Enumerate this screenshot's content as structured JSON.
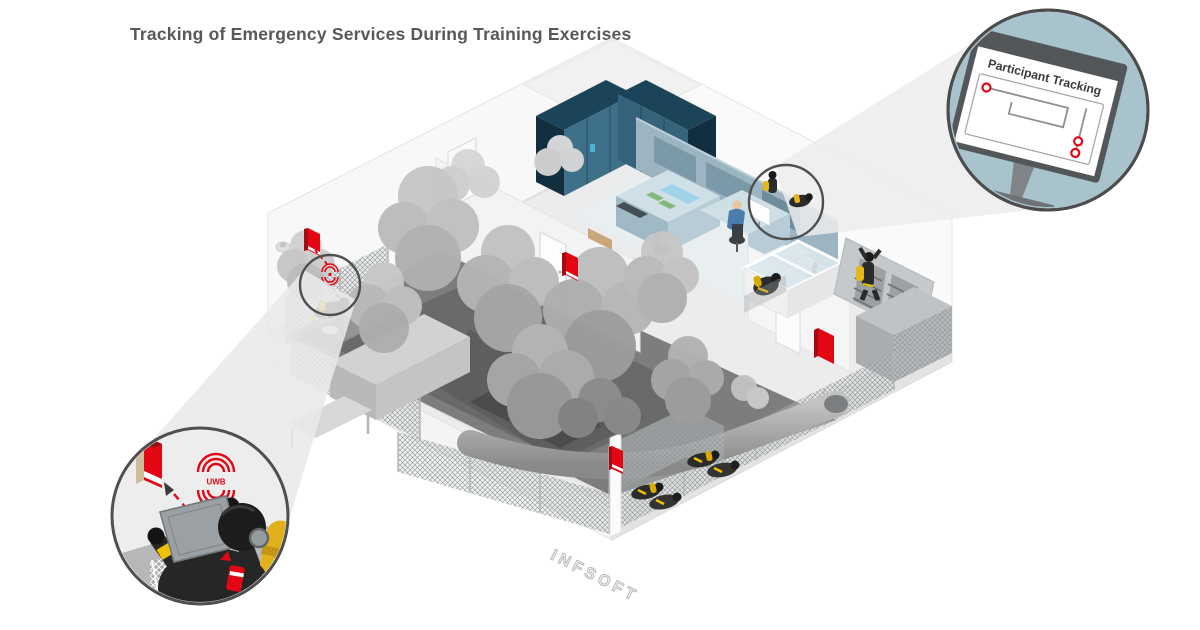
{
  "title": {
    "text": "Tracking of Emergency Services During Training Exercises"
  },
  "illustration": {
    "watermark": "INFSOFT",
    "monitor_callout": {
      "heading": "Participant Tracking",
      "marker_count": 3
    },
    "uwb_callout": {
      "signal_label": "UWB"
    },
    "beacon_count": 5,
    "colors": {
      "accent_red": "#e30613",
      "callout_bg_blue": "#a9c3cd",
      "callout_border": "#4c4c4c",
      "firefighter_yellow": "#f2c200",
      "cabinet_teal": "#3f7089",
      "control_wall_blue": "#9db5c2",
      "smoke_gray": "#b2b2b2",
      "title_color": "#57585a"
    }
  }
}
